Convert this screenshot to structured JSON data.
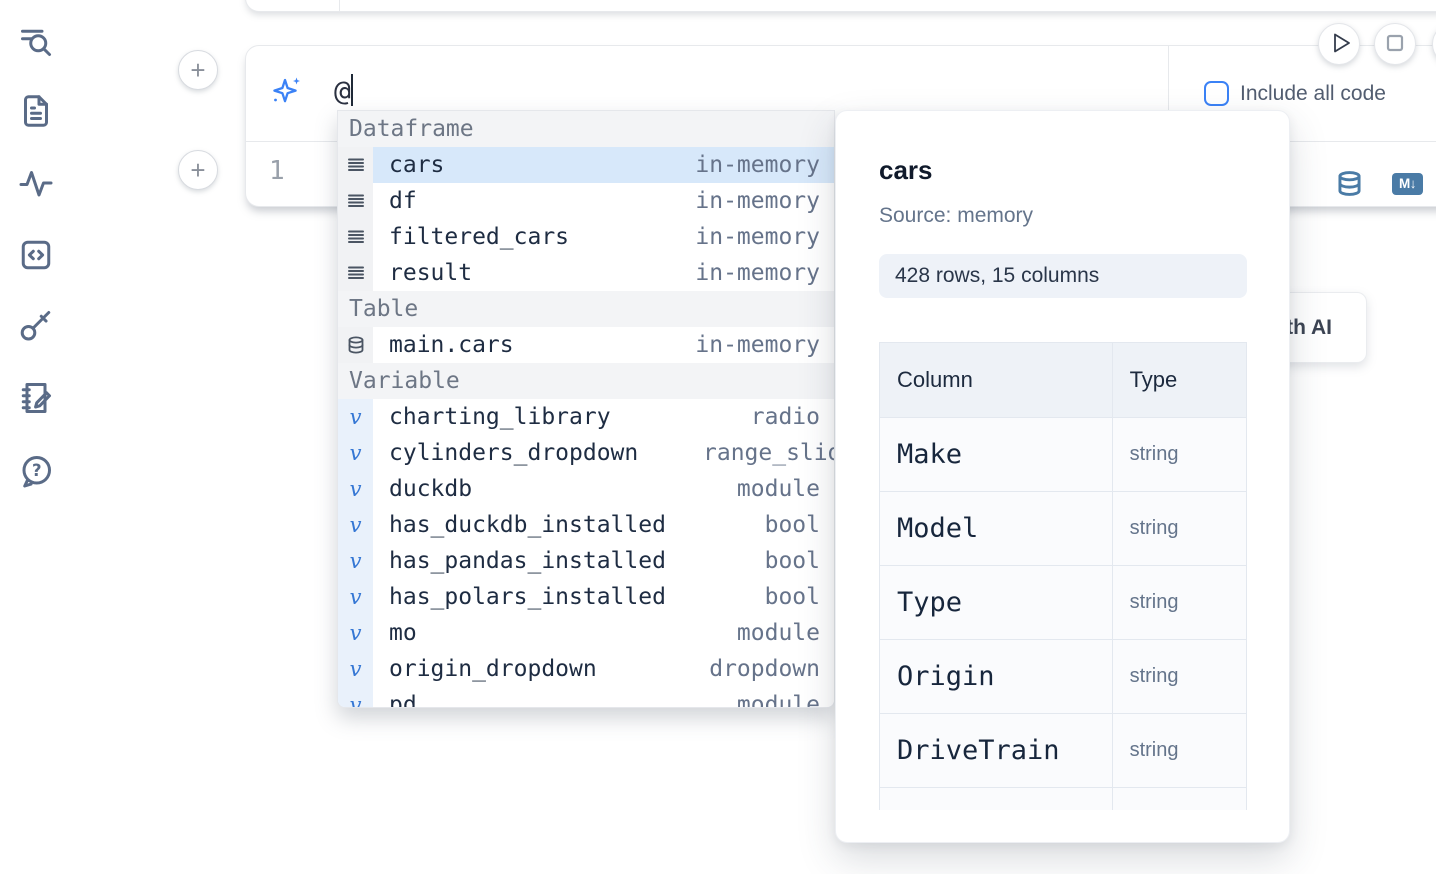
{
  "colors": {
    "accent_blue": "#3b82f6",
    "steel_icon_blue": "#4a7ba6",
    "selection_bg": "#d7e8fa",
    "sidebar_icon": "#5a6b87"
  },
  "sidebar": {
    "items": [
      {
        "icon": "toc-search-icon"
      },
      {
        "icon": "document-icon"
      },
      {
        "icon": "activity-icon"
      },
      {
        "icon": "code-snippets-icon"
      },
      {
        "icon": "key-icon"
      },
      {
        "icon": "scratchpad-icon"
      },
      {
        "icon": "help-icon"
      }
    ]
  },
  "cell_controls": {
    "add_cell_above": "+",
    "add_cell_below": "+",
    "run_icon": "play-icon",
    "stop_icon": "stop-icon"
  },
  "ai_prompt": {
    "sparkle_icon": "sparkles-icon",
    "value": "@",
    "include_all_code": {
      "label": "Include all code",
      "checked": false
    }
  },
  "code_editor": {
    "line_number": "1",
    "toolbar": {
      "database_icon": "database-icon",
      "markdown_badge": "M↓"
    }
  },
  "ai_action_button": {
    "label": "with AI"
  },
  "autocomplete": {
    "sections": [
      {
        "label": "Dataframe",
        "items": [
          {
            "icon": "dataframe-icon",
            "name": "cars",
            "type": "in-memory",
            "selected": true
          },
          {
            "icon": "dataframe-icon",
            "name": "df",
            "type": "in-memory"
          },
          {
            "icon": "dataframe-icon",
            "name": "filtered_cars",
            "type": "in-memory"
          },
          {
            "icon": "dataframe-icon",
            "name": "result",
            "type": "in-memory"
          }
        ]
      },
      {
        "label": "Table",
        "items": [
          {
            "icon": "database-icon",
            "name": "main.cars",
            "type": "in-memory"
          }
        ]
      },
      {
        "label": "Variable",
        "items": [
          {
            "icon": "variable-icon",
            "name": "charting_library",
            "type": "radio"
          },
          {
            "icon": "variable-icon",
            "name": "cylinders_dropdown",
            "type": "range_slider"
          },
          {
            "icon": "variable-icon",
            "name": "duckdb",
            "type": "module"
          },
          {
            "icon": "variable-icon",
            "name": "has_duckdb_installed",
            "type": "bool"
          },
          {
            "icon": "variable-icon",
            "name": "has_pandas_installed",
            "type": "bool"
          },
          {
            "icon": "variable-icon",
            "name": "has_polars_installed",
            "type": "bool"
          },
          {
            "icon": "variable-icon",
            "name": "mo",
            "type": "module"
          },
          {
            "icon": "variable-icon",
            "name": "origin_dropdown",
            "type": "dropdown"
          },
          {
            "icon": "variable-icon",
            "name": "pd",
            "type": "module",
            "clipped": true
          }
        ]
      }
    ]
  },
  "preview_panel": {
    "title": "cars",
    "source": "Source: memory",
    "shape_badge": "428 rows, 15 columns",
    "table": {
      "headers": [
        "Column",
        "Type"
      ],
      "rows": [
        [
          "Make",
          "string"
        ],
        [
          "Model",
          "string"
        ],
        [
          "Type",
          "string"
        ],
        [
          "Origin",
          "string"
        ],
        [
          "DriveTrain",
          "string"
        ],
        [
          "",
          ""
        ]
      ]
    }
  }
}
